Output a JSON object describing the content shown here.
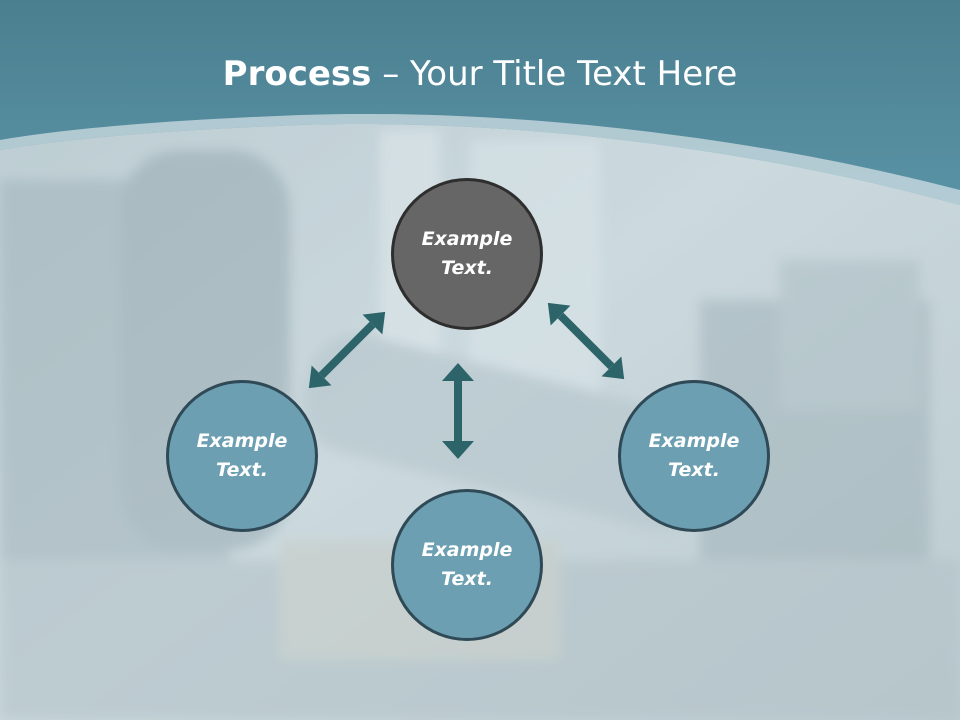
{
  "slide": {
    "title_bold": "Process",
    "title_sep": " – ",
    "title_rest": "Your Title Text Here"
  },
  "diagram": {
    "center_node": {
      "label": "Example Text.",
      "color": "#666666"
    },
    "left_node": {
      "label": "Example Text.",
      "color": "#6b9fb1"
    },
    "right_node": {
      "label": "Example Text.",
      "color": "#6b9fb1"
    },
    "bottom_node": {
      "label": "Example Text.",
      "color": "#6b9fb1"
    },
    "arrow_color": "#2d6469",
    "arrow_style": "double-headed"
  },
  "theme": {
    "header_color": "#3f7b8f",
    "background_photo": "dumbbell-rack"
  }
}
